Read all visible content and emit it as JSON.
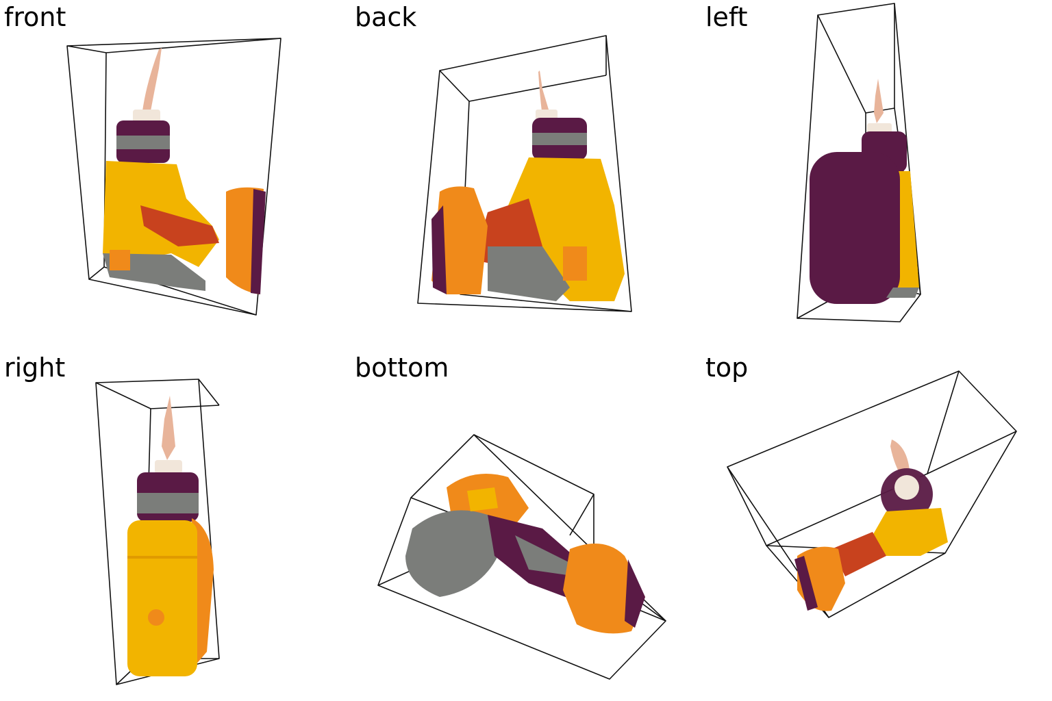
{
  "views": [
    {
      "key": "front",
      "label": "front"
    },
    {
      "key": "back",
      "label": "back"
    },
    {
      "key": "left",
      "label": "left"
    },
    {
      "key": "right",
      "label": "right"
    },
    {
      "key": "bottom",
      "label": "bottom"
    },
    {
      "key": "top",
      "label": "top"
    }
  ],
  "colors": {
    "yellow": "#f2b400",
    "orange": "#f08a1a",
    "red": "#c8421e",
    "purple": "#5a1a45",
    "gray": "#7b7d7a",
    "bit": "#e8b49a",
    "collar": "#f1e6da"
  }
}
